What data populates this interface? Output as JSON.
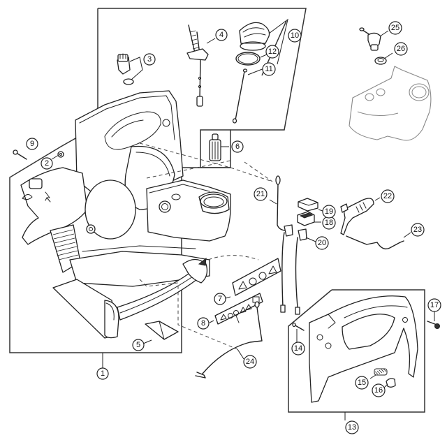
{
  "diagram": {
    "type": "exploded-parts-diagram",
    "subject": "Backpack blower housing assembly",
    "callouts": [
      {
        "id": "c1",
        "label": "1",
        "part": "housing"
      },
      {
        "id": "c2",
        "label": "2",
        "part": "grommet"
      },
      {
        "id": "c3",
        "label": "3",
        "part": "vent-valve"
      },
      {
        "id": "c4",
        "label": "4",
        "part": "fuel-pickup-hose"
      },
      {
        "id": "c5",
        "label": "5",
        "part": "label-pad"
      },
      {
        "id": "c6",
        "label": "6",
        "part": "fuel-filter"
      },
      {
        "id": "c7",
        "label": "7",
        "part": "warning-label"
      },
      {
        "id": "c8",
        "label": "8",
        "part": "warning-label"
      },
      {
        "id": "c9",
        "label": "9",
        "part": "screw"
      },
      {
        "id": "c10",
        "label": "10",
        "part": "fuel-cap-assembly"
      },
      {
        "id": "c11",
        "label": "11",
        "part": "retainer-strap"
      },
      {
        "id": "c12",
        "label": "12",
        "part": "o-ring"
      },
      {
        "id": "c13",
        "label": "13",
        "part": "handle-housing"
      },
      {
        "id": "c14",
        "label": "14",
        "part": "pin"
      },
      {
        "id": "c15",
        "label": "15",
        "part": "spring"
      },
      {
        "id": "c16",
        "label": "16",
        "part": "button"
      },
      {
        "id": "c17",
        "label": "17",
        "part": "screw"
      },
      {
        "id": "c18",
        "label": "18",
        "part": "switch"
      },
      {
        "id": "c19",
        "label": "19",
        "part": "switch-cover"
      },
      {
        "id": "c20",
        "label": "20",
        "part": "wire-connector"
      },
      {
        "id": "c21",
        "label": "21",
        "part": "ground-wire"
      },
      {
        "id": "c22",
        "label": "22",
        "part": "throttle-trigger"
      },
      {
        "id": "c23",
        "label": "23",
        "part": "throttle-rod"
      },
      {
        "id": "c24",
        "label": "24",
        "part": "ground-lead"
      },
      {
        "id": "c25",
        "label": "25",
        "part": "primer-valve"
      },
      {
        "id": "c26",
        "label": "26",
        "part": "grommet"
      }
    ]
  }
}
